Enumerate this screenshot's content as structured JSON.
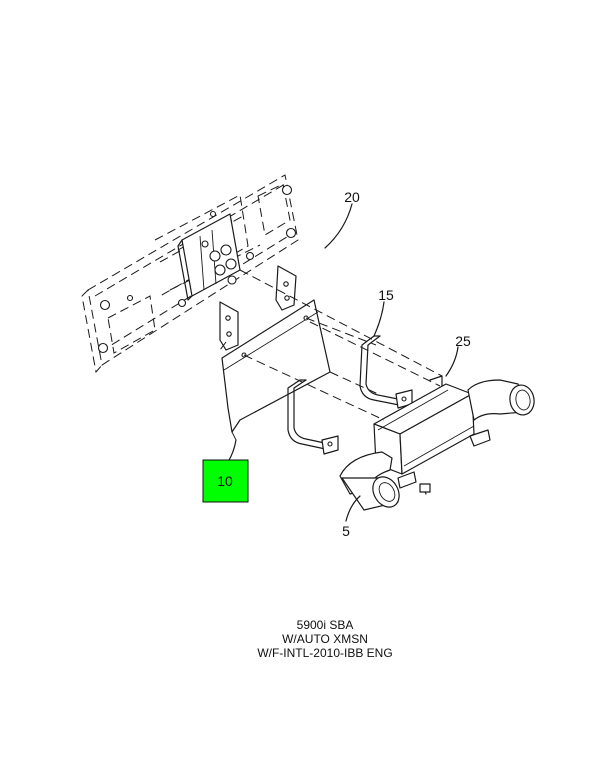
{
  "callouts": {
    "c10": "10",
    "c20": "20",
    "c15": "15",
    "c25": "25",
    "c5": "5"
  },
  "highlight": {
    "part": "10",
    "color": "#00ff00"
  },
  "caption": {
    "line1": "5900i SBA",
    "line2": "W/AUTO XMSN",
    "line3": "W/F-INTL-2010-IBB ENG"
  }
}
